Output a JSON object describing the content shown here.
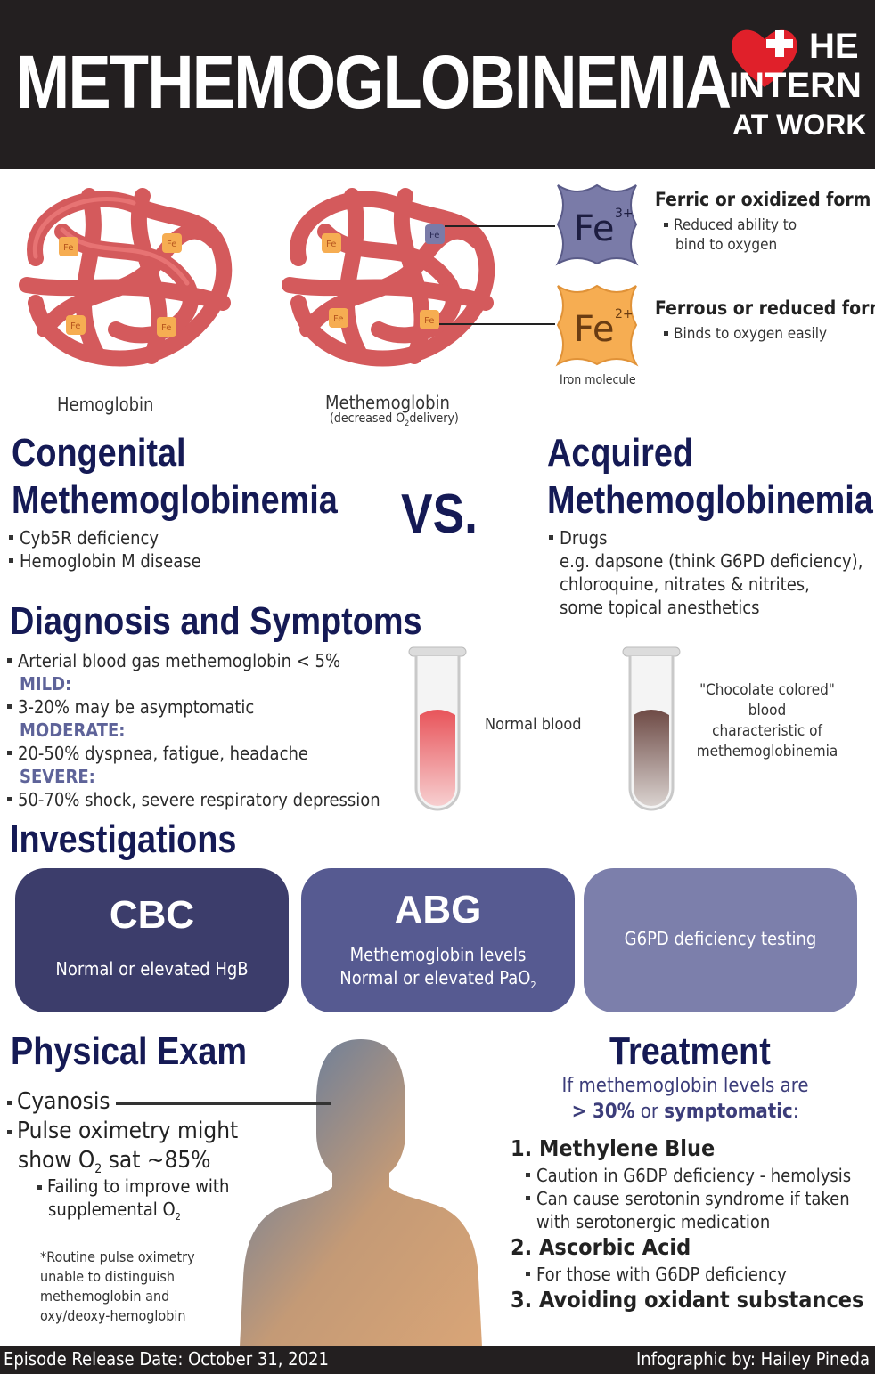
{
  "header": {
    "title": "METHEMOGLOBINEMIA",
    "logo": {
      "line1": "HE",
      "line2": "INTERN",
      "line3": "AT WORK",
      "icon": "heart-cross-icon"
    }
  },
  "molecules": {
    "hemoglobin_label": "Hemoglobin",
    "methemoglobin_label": "Methemoglobin",
    "methemoglobin_sub_pre": "(decreased O",
    "methemoglobin_sub_sub": "2",
    "methemoglobin_sub_post": "delivery)",
    "fe_small": "Fe",
    "iron_label": "Iron molecule",
    "ferric": {
      "symbol": "Fe",
      "charge": "3+",
      "title": "Ferric or oxidized form",
      "desc1": "Reduced ability to",
      "desc2": "bind to oxygen",
      "color": "#7a7ba8"
    },
    "ferrous": {
      "symbol": "Fe",
      "charge": "2+",
      "title": "Ferrous or reduced form",
      "desc": "Binds to oxygen easily",
      "color": "#f6ad52"
    }
  },
  "congenital": {
    "title1": "Congenital",
    "title2": "Methemoglobinemia",
    "items": [
      "Cyb5R deficiency",
      "Hemoglobin M disease"
    ]
  },
  "vs": "VS.",
  "acquired": {
    "title1": "Acquired",
    "title2": "Methemoglobinemia",
    "item": "Drugs",
    "lines": [
      "e.g. dapsone (think G6PD deficiency),",
      "chloroquine,  nitrates & nitrites,",
      "some topical anesthetics"
    ]
  },
  "diagnosis": {
    "title": "Diagnosis and Symptoms",
    "abg": "Arterial blood gas methemoglobin < 5%",
    "mild_label": "MILD:",
    "mild": "3-20% may be asymptomatic",
    "moderate_label": "MODERATE:",
    "moderate": "20-50% dyspnea, fatigue, headache",
    "severe_label": "SEVERE:",
    "severe": "50-70% shock, severe respiratory depression"
  },
  "tubes": {
    "normal_label": "Normal blood",
    "choc_lines": [
      "\"Chocolate colored\"",
      "blood",
      "characteristic of",
      "methemoglobinemia"
    ],
    "normal_color": "#e8545a",
    "choc_color": "#6e4a45"
  },
  "investigations": {
    "title": "Investigations",
    "cbc": {
      "title": "CBC",
      "desc": "Normal or elevated HgB",
      "color": "#3c3d6b"
    },
    "abg": {
      "title": "ABG",
      "desc1": "Methemoglobin levels",
      "desc2_pre": "Normal or elevated PaO",
      "desc2_sub": "2",
      "color": "#565a91"
    },
    "g6pd": {
      "desc": "G6PD deficiency testing",
      "color": "#7c7fab"
    }
  },
  "physical": {
    "title": "Physical Exam",
    "cyanosis": "Cyanosis",
    "pulse1": "Pulse oximetry might",
    "pulse2_pre": "show O",
    "pulse2_sub": "2",
    "pulse2_post": " sat ~85%",
    "fail1": "Failing to improve with",
    "fail2_pre": "supplemental O",
    "fail2_sub": "2",
    "note": [
      "*Routine pulse oximetry",
      "unable to distinguish",
      "methemoglobin and",
      "oxy/deoxy-hemoglobin"
    ]
  },
  "treatment": {
    "title": "Treatment",
    "intro1": "If methemoglobin levels are",
    "intro2_a": "> 30%",
    "intro2_b": " or ",
    "intro2_c": "symptomatic",
    "intro2_d": ":",
    "t1": "1. Methylene Blue",
    "t1_items": [
      "Caution in G6DP deficiency - hemolysis",
      "Can cause serotonin syndrome if taken"
    ],
    "t1_cont": "with serotonergic medication",
    "t2": "2. Ascorbic Acid",
    "t2_item": "For those with G6DP deficiency",
    "t3": "3. Avoiding oxidant substances"
  },
  "footer": {
    "release": "Episode Release Date: October 31, 2021",
    "credit": "Infographic by: Hailey Pineda"
  }
}
